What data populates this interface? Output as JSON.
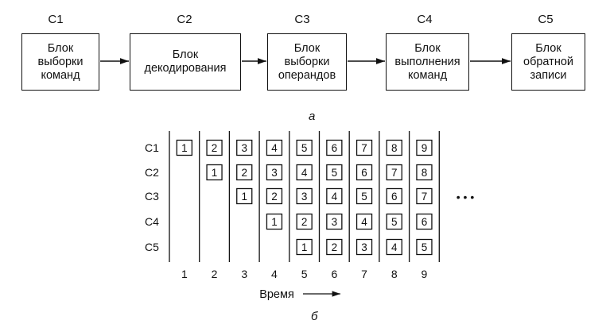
{
  "pipeline": {
    "stages": [
      {
        "id": "C1",
        "text": "Блок\nвыборки\nкоманд"
      },
      {
        "id": "C2",
        "text": "Блок\nдекодирования"
      },
      {
        "id": "C3",
        "text": "Блок\nвыборки\nоперандов"
      },
      {
        "id": "C4",
        "text": "Блок\nвыполнения\nкоманд"
      },
      {
        "id": "C5",
        "text": "Блок\nобратной\nзаписи"
      }
    ],
    "caption": "а"
  },
  "timing": {
    "rows": [
      "C1",
      "C2",
      "C3",
      "C4",
      "C5"
    ],
    "columns": [
      "1",
      "2",
      "3",
      "4",
      "5",
      "6",
      "7",
      "8",
      "9"
    ],
    "cells": [
      [
        "1",
        "2",
        "3",
        "4",
        "5",
        "6",
        "7",
        "8",
        "9"
      ],
      [
        "",
        "1",
        "2",
        "3",
        "4",
        "5",
        "6",
        "7",
        "8"
      ],
      [
        "",
        "",
        "1",
        "2",
        "3",
        "4",
        "5",
        "6",
        "7"
      ],
      [
        "",
        "",
        "",
        "1",
        "2",
        "3",
        "4",
        "5",
        "6"
      ],
      [
        "",
        "",
        "",
        "",
        "1",
        "2",
        "3",
        "4",
        "5"
      ]
    ],
    "ellipsis": "• • •",
    "axis_label": "Время",
    "caption": "б"
  }
}
